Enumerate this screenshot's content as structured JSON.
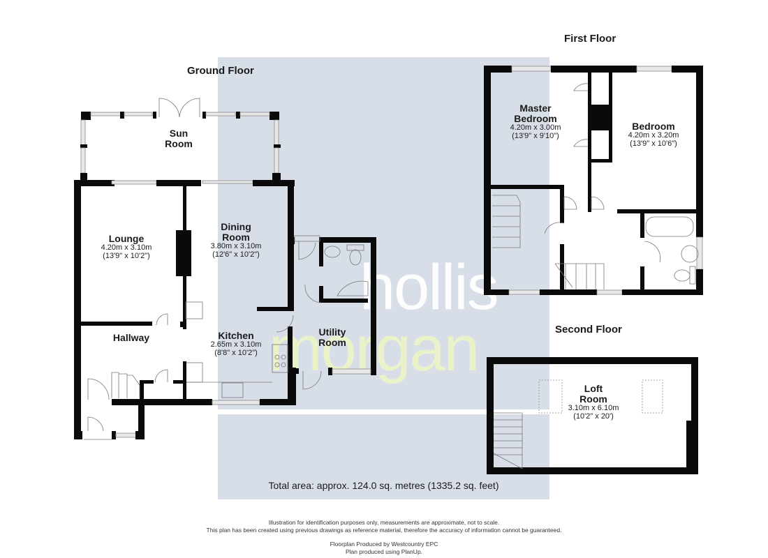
{
  "floors": {
    "ground": {
      "title": "Ground Floor",
      "rooms": [
        {
          "name": "Sun Room",
          "line1": "Sun",
          "line2": "Room",
          "dims_m": "",
          "dims_ft": ""
        },
        {
          "name": "Lounge",
          "line1": "Lounge",
          "line2": "",
          "dims_m": "4.20m x 3.10m",
          "dims_ft": "(13'9\" x 10'2\")"
        },
        {
          "name": "Dining Room",
          "line1": "Dining",
          "line2": "Room",
          "dims_m": "3.80m x 3.10m",
          "dims_ft": "(12'6\" x 10'2\")"
        },
        {
          "name": "Hallway",
          "line1": "Hallway",
          "line2": "",
          "dims_m": "",
          "dims_ft": ""
        },
        {
          "name": "Kitchen",
          "line1": "Kitchen",
          "line2": "",
          "dims_m": "2.65m x 3.10m",
          "dims_ft": "(8'8\" x 10'2\")"
        },
        {
          "name": "Utility Room",
          "line1": "Utility",
          "line2": "Room",
          "dims_m": "",
          "dims_ft": ""
        }
      ]
    },
    "first": {
      "title": "First Floor",
      "rooms": [
        {
          "name": "Master Bedroom",
          "line1": "Master",
          "line2": "Bedroom",
          "dims_m": "4.20m x 3.00m",
          "dims_ft": "(13'9\" x 9'10\")"
        },
        {
          "name": "Bedroom",
          "line1": "Bedroom",
          "line2": "",
          "dims_m": "4.20m x 3.20m",
          "dims_ft": "(13'9\" x 10'6\")"
        }
      ]
    },
    "second": {
      "title": "Second Floor",
      "rooms": [
        {
          "name": "Loft Room",
          "line1": "Loft",
          "line2": "Room",
          "dims_m": "3.10m x 6.10m",
          "dims_ft": "(10'2\" x 20')"
        }
      ]
    }
  },
  "watermark": {
    "line1": "hollis",
    "line2": "morgan"
  },
  "total_area": "Total area: approx. 124.0 sq. metres (1335.2 sq. feet)",
  "footer": {
    "disclaimer1": "Illustration for identification purposes only, measurements are approximate, not to scale.",
    "disclaimer2": "This plan has been created using previous drawings as reference material, therefore the accuracy of information cannot be guaranteed.",
    "producer": "Floorplan Produced by Westcountry EPC",
    "software": "Plan produced using PlanUp."
  },
  "colors": {
    "band": "#d8dee8",
    "wall": "#0a0a0a",
    "watermark_hollis": "#ffffff",
    "watermark_morgan": "#eef6c4"
  }
}
